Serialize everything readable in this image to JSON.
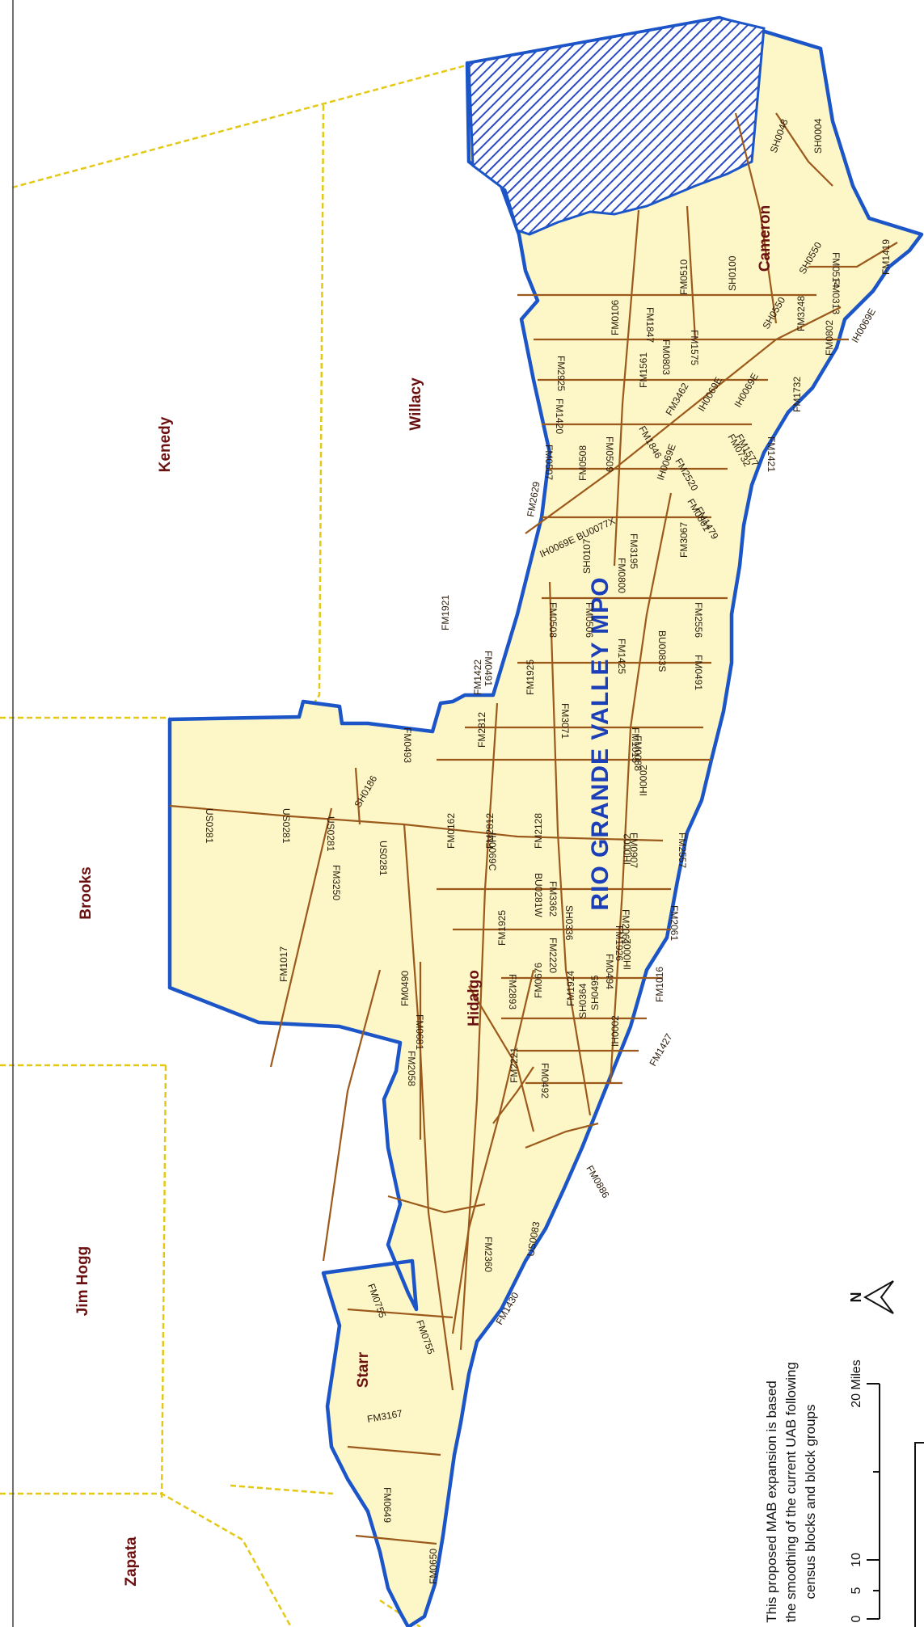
{
  "map_title": "RIO GRANDE VALLEY MPO",
  "colors": {
    "boundary": "#1b55c8",
    "roads": "#9b5a1c",
    "mpo_fill": "#fdf6c6",
    "county_line": "#e8d21e",
    "label_county": "#6b1010",
    "title": "#1b3fb8",
    "hatch": "#2a4bc2"
  },
  "counties": [
    {
      "name": "Kenedy"
    },
    {
      "name": "Willacy"
    },
    {
      "name": "Brooks"
    },
    {
      "name": "Jim Hogg"
    },
    {
      "name": "Zapata"
    },
    {
      "name": "Starr"
    },
    {
      "name": "Hidalgo"
    },
    {
      "name": "Cameron"
    }
  ],
  "roads": [
    "SH0004",
    "SH0048",
    "FM0510",
    "SH0100",
    "SH0550",
    "SH0550",
    "FM3248",
    "FM0514",
    "FM0313",
    "FM1419",
    "IH0069E",
    "FM0802",
    "FM0106",
    "FM1847",
    "FM1575",
    "FM0803",
    "FM1561",
    "IH0069E",
    "FM1732",
    "FM2925",
    "FM3462",
    "FM1846",
    "IH0069E",
    "FM1421",
    "FM1577",
    "FM1420",
    "FM0509",
    "FM0507",
    "FM0508",
    "IH0069E",
    "FM2520",
    "FM0732",
    "FM0801",
    "FM2629",
    "IH0069E BU0077X",
    "FM1479",
    "FM3195",
    "SH0107",
    "FM0800",
    "FM3067",
    "FM0508",
    "FM0506",
    "FM1425",
    "BU0083S",
    "FM2556",
    "FM0491",
    "FM1921",
    "FM0491",
    "FM1422",
    "FM1925",
    "FM3071",
    "FM2812",
    "FM1015",
    "FM0088",
    "IH0002",
    "FM0493",
    "SH0186",
    "IH0002",
    "FM0907",
    "FM2812",
    "FM0162",
    "US0281",
    "US0281",
    "US0281",
    "US0281",
    "FM2128",
    "IH0069C",
    "BU0281W",
    "FM2557",
    "FM3250",
    "FM3362",
    "FM2061",
    "FM2061",
    "SH0336",
    "FM1926",
    "IH0002",
    "FM1925",
    "FM2220",
    "FM0490",
    "FM1017",
    "FM2893",
    "FM0676",
    "FM1924",
    "FM0494",
    "FM1016",
    "SH0495",
    "FM0681",
    "SH0364",
    "IH0002",
    "FM2058",
    "FM0492",
    "FM1427",
    "FM2221",
    "FM0886",
    "FM2360",
    "US0083",
    "FM0755",
    "FM0755",
    "FM1430",
    "FM3167",
    "FM0649",
    "FM0650"
  ],
  "note": [
    "This proposed MAB expansion is based",
    "on the smoothing of the current UAB following",
    "census blocks and block groups"
  ],
  "north_label": "N",
  "scale": {
    "ticks": [
      "0",
      "5",
      "10",
      "20 Miles"
    ]
  }
}
